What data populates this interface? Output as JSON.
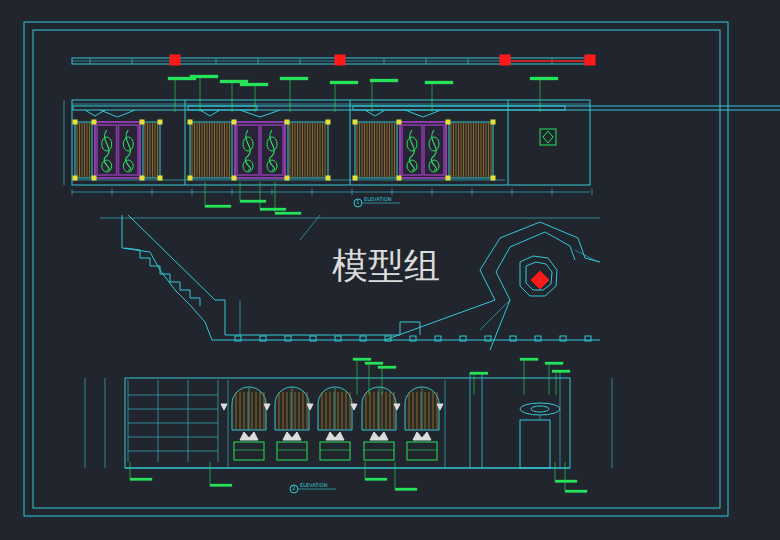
{
  "diagram": {
    "labels": [
      "模型组",
      "1",
      "ELEVATION",
      "2",
      "ELEVATION"
    ]
  }
}
